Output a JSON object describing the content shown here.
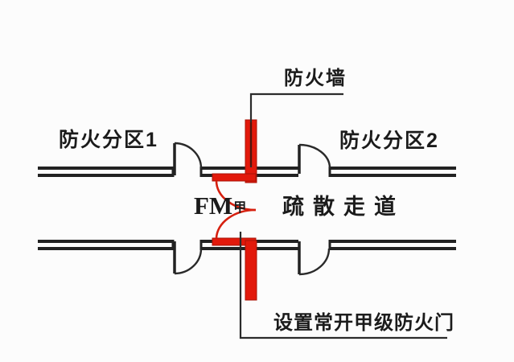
{
  "labels": {
    "fire_wall": "防火墙",
    "zone1": "防火分区1",
    "zone2": "防火分区2",
    "fire_door_code": "FM",
    "fire_door_class": "甲",
    "corridor": "疏散走道",
    "note": "设置常开甲级防火门"
  },
  "colors": {
    "line": "#222222",
    "fire_red": "#e2190b",
    "fire_red_dark": "#a81407",
    "text": "#1b1b1b",
    "background": "#fcfcfc"
  }
}
